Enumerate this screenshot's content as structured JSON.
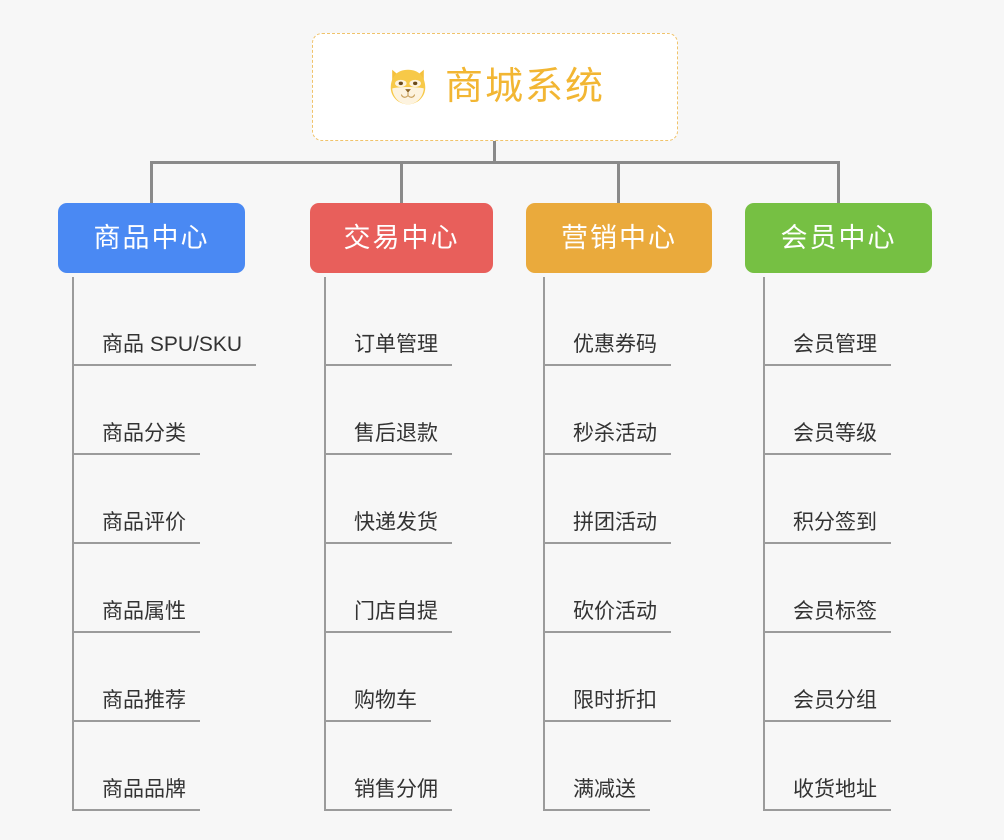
{
  "diagram": {
    "title": "商城系统",
    "type": "mindmap",
    "background_color": "#f7f7f7",
    "root": {
      "label": "商城系统",
      "icon": "shiba-dog-face-icon",
      "text_color": "#f2b633",
      "border_color": "#f0c36b",
      "background_color": "#ffffff"
    },
    "connector_color": "#8a8a8a",
    "branches": [
      {
        "label": "商品中心",
        "color": "#4a89f3",
        "children": [
          "商品 SPU/SKU",
          "商品分类",
          "商品评价",
          "商品属性",
          "商品推荐",
          "商品品牌"
        ]
      },
      {
        "label": "交易中心",
        "color": "#e85f5b",
        "children": [
          "订单管理",
          "售后退款",
          "快递发货",
          "门店自提",
          "购物车",
          "销售分佣"
        ]
      },
      {
        "label": "营销中心",
        "color": "#eaaa3c",
        "children": [
          "优惠券码",
          "秒杀活动",
          "拼团活动",
          "砍价活动",
          "限时折扣",
          "满减送"
        ]
      },
      {
        "label": "会员中心",
        "color": "#76c043",
        "children": [
          "会员管理",
          "会员等级",
          "积分签到",
          "会员标签",
          "会员分组",
          "收货地址"
        ]
      }
    ]
  }
}
